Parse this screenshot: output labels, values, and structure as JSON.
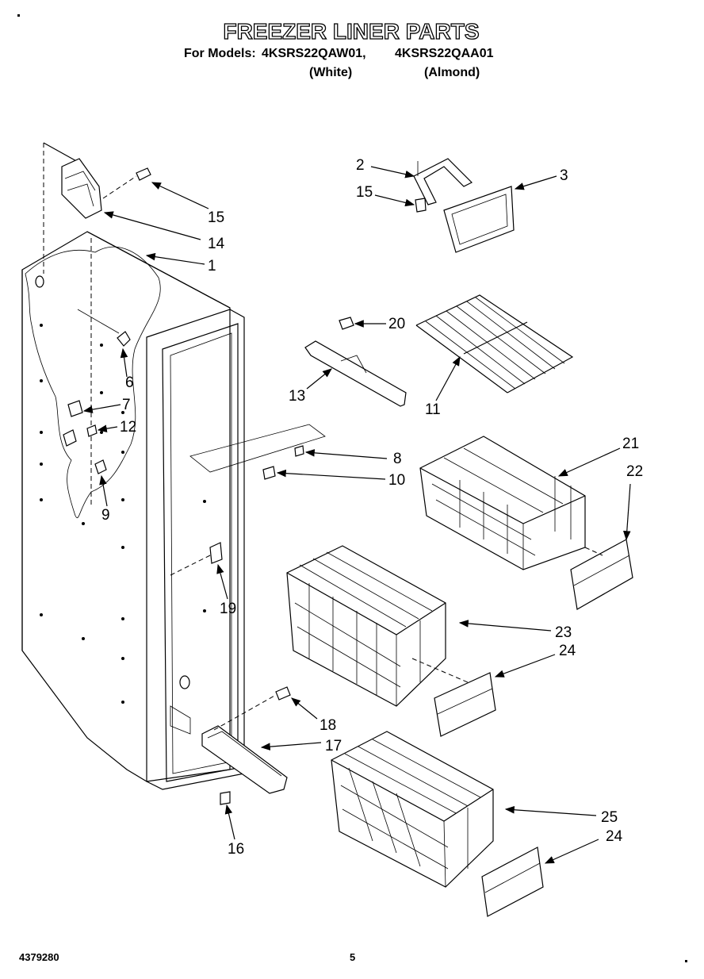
{
  "header": {
    "title": "FREEZER LINER PARTS",
    "models_label": "For Models:",
    "model_1": "4KSRS22QAW01,",
    "model_2": "4KSRS22QAA01",
    "color_1": "(White)",
    "color_2": "(Almond)"
  },
  "callouts": {
    "c1": "1",
    "c2": "2",
    "c3": "3",
    "c6": "6",
    "c7": "7",
    "c8": "8",
    "c9": "9",
    "c10": "10",
    "c11": "11",
    "c12": "12",
    "c13": "13",
    "c14": "14",
    "c15a": "15",
    "c15b": "15",
    "c16": "16",
    "c17": "17",
    "c18": "18",
    "c19": "19",
    "c20": "20",
    "c21": "21",
    "c22": "22",
    "c23": "23",
    "c24a": "24",
    "c24b": "24",
    "c25": "25"
  },
  "footer": {
    "doc_number": "4379280",
    "page_number": "5"
  }
}
